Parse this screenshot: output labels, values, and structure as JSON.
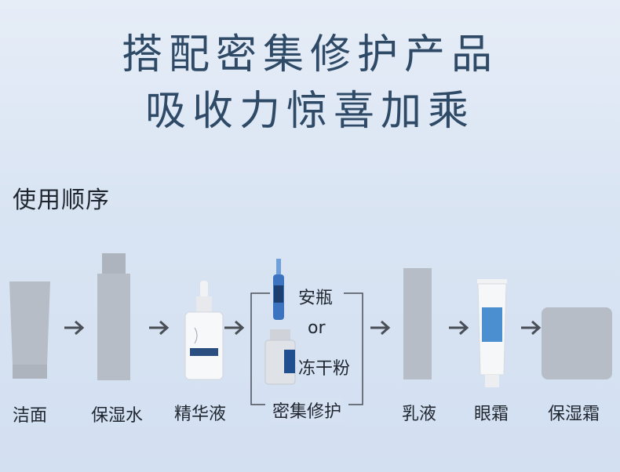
{
  "headline": {
    "line1": "搭配密集修护产品",
    "line2": "吸收力惊喜加乘"
  },
  "usage": {
    "title": "使用顺序",
    "steps": [
      {
        "label": "洁面",
        "icon": "cleanser-tube-icon"
      },
      {
        "label": "保湿水",
        "icon": "toner-bottle-icon"
      },
      {
        "label": "精华液",
        "icon": "serum-dropper-bottle-icon"
      },
      {
        "label": "密集修护",
        "icon": "intensive-repair-group"
      },
      {
        "label": "乳液",
        "icon": "lotion-bottle-icon"
      },
      {
        "label": "眼霜",
        "icon": "eye-cream-tube-icon"
      },
      {
        "label": "保湿霜",
        "icon": "moisturizing-cream-jar-icon"
      }
    ],
    "repair_options": {
      "ampoule": "安瓶",
      "or": "or",
      "freeze_dried": "冻干粉"
    }
  },
  "colors": {
    "headline": "#2e4a66",
    "placeholder_product": "#b6bcc6",
    "arrow": "#4a4f57",
    "accent_blue": "#1f4f8f"
  }
}
